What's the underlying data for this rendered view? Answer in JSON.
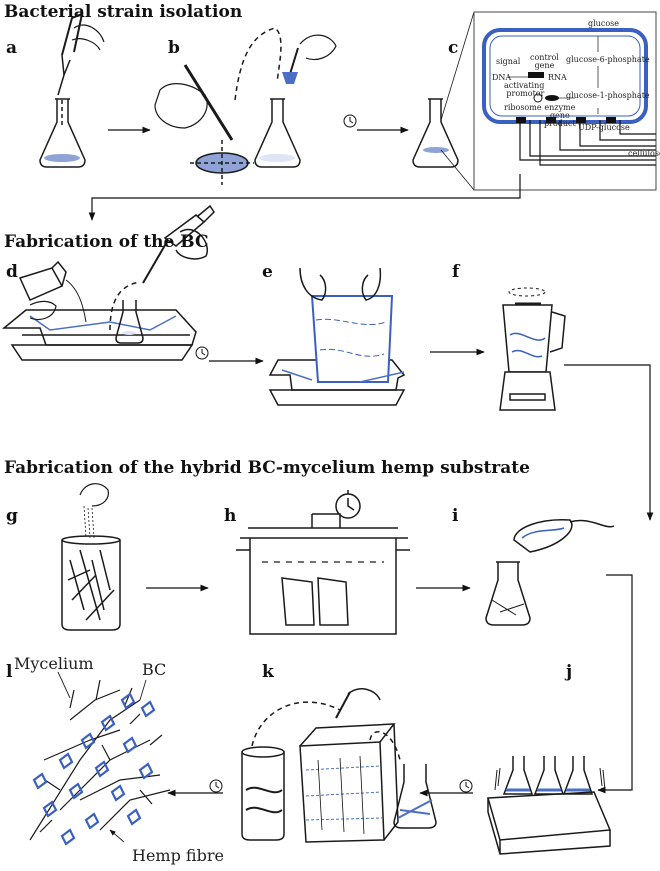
{
  "sections": [
    {
      "title": "Bacterial strain isolation"
    },
    {
      "title": "Fabrication of the BC"
    },
    {
      "title": "Fabrication of the hybrid BC-mycelium hemp substrate"
    }
  ],
  "panels": [
    "a",
    "b",
    "c",
    "d",
    "e",
    "f",
    "g",
    "h",
    "i",
    "j",
    "k",
    "l"
  ],
  "pathway": {
    "glucose": "glucose",
    "g6p": "glucose-6-phosphate",
    "g1p": "glucose-1-phosphate",
    "udp": "UDP-glucose",
    "cellulose": "cellulose",
    "signal": "signal",
    "dna": "DNA",
    "control_gene": "control\ngene",
    "rna": "RNA",
    "activating_promoter": "activating\npromoter",
    "ribosome": "ribosome",
    "enzyme_gene_product": "enzyme\ngene\nproduct"
  },
  "callouts": {
    "mycelium": "Mycelium",
    "bc": "BC",
    "hemp": "Hemp fibre"
  },
  "colors": {
    "accent": "#4a6fc4",
    "ink": "#1a1a1a",
    "liquid": "#8fa3d6"
  }
}
